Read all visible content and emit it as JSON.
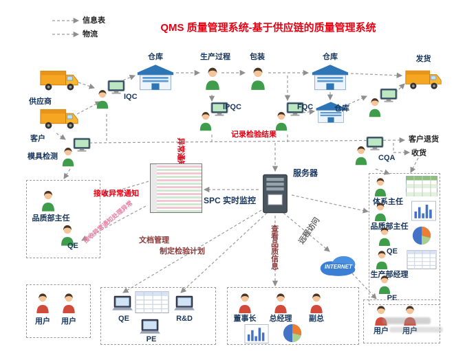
{
  "colors": {
    "title": "#e60012",
    "label": "#17365d",
    "alert": "#e60012",
    "action": "#8b3a3a"
  },
  "title": "QMS 质量管理系统-基于供应链的质量管理系统",
  "legend": {
    "info": "信息表",
    "logistics": "物流"
  },
  "flow": {
    "supplier": "供应商",
    "customer": "客户",
    "mold_test": "模具检测",
    "iqc": "IQC",
    "ipqc": "IPQC",
    "fqc": "FQC",
    "cqa": "CQA",
    "warehouse1": "仓库",
    "production": "生产过程",
    "packaging": "包装",
    "warehouse2": "仓库",
    "warehouse3": "仓库",
    "shipping": "发货",
    "customer_return": "客户退货",
    "receive_goods": "收货"
  },
  "annotations": {
    "record_results": "记录检验结果",
    "abnormal_notice": "异常通知",
    "receive_abnormal": "接收异常通知",
    "receive_handle": "接收异常通知处理异常",
    "spc": "SPC 实时监控",
    "server": "服务器",
    "doc_mgmt": "文档管理",
    "make_plan": "制定检验计划",
    "view_quality": "查看品质信息",
    "remote_access": "远程访问",
    "internet": "INTERNET"
  },
  "left_box": {
    "items": [
      {
        "label": "品质部主任"
      },
      {
        "label": "QE"
      }
    ]
  },
  "right_box": {
    "items": [
      {
        "label": "体系主任"
      },
      {
        "label": "品质部主任"
      },
      {
        "label": "QE"
      },
      {
        "label": "生产部经理"
      },
      {
        "label": "PE"
      }
    ]
  },
  "bottom": {
    "box1": {
      "items": [
        {
          "label": "用户"
        },
        {
          "label": "用户"
        }
      ]
    },
    "box2": {
      "items": [
        {
          "label": "QE"
        },
        {
          "label": "R&D"
        },
        {
          "label": "PE"
        }
      ]
    },
    "box3": {
      "items": [
        {
          "label": "董事长"
        },
        {
          "label": "总经理"
        },
        {
          "label": "副总"
        }
      ]
    },
    "box4": {
      "items": [
        {
          "label": "用户"
        },
        {
          "label": "用户"
        }
      ]
    }
  }
}
